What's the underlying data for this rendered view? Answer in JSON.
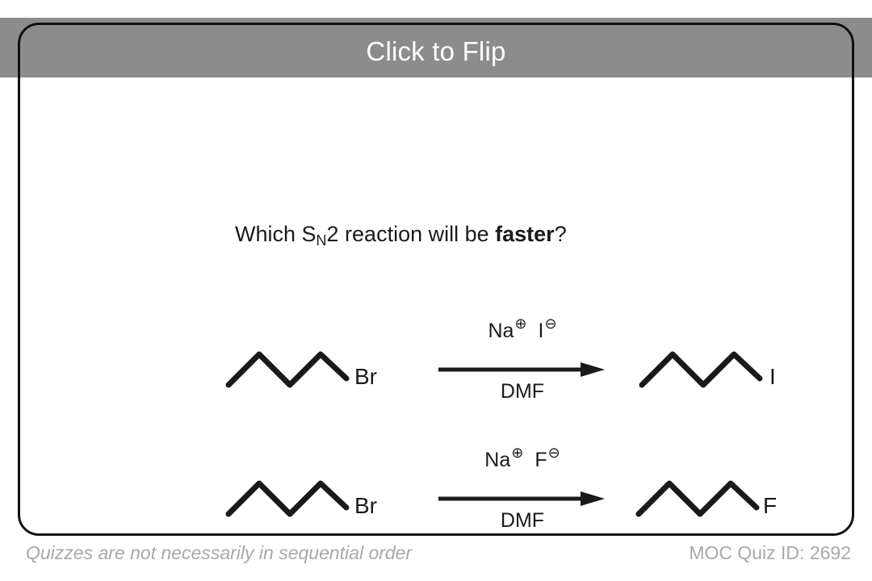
{
  "card": {
    "header_label": "Click to Flip",
    "header_bg": "#8c8c8c",
    "header_text_color": "#ffffff",
    "border_color": "#111111"
  },
  "question": {
    "prefix": "Which S",
    "subscript": "N",
    "middle": "2 reaction will be ",
    "emphasis": "faster",
    "suffix": "?"
  },
  "reactions": [
    {
      "id": "reaction-1",
      "reactant_label": "Br",
      "reagent_cation": "Na",
      "reagent_cation_charge": "⊕",
      "reagent_anion": "I",
      "reagent_anion_charge": "⊖",
      "solvent": "DMF",
      "product_label": "I"
    },
    {
      "id": "reaction-2",
      "reactant_label": "Br",
      "reagent_cation": "Na",
      "reagent_cation_charge": "⊕",
      "reagent_anion": "F",
      "reagent_anion_charge": "⊖",
      "solvent": "DMF",
      "product_label": "F"
    }
  ],
  "footer": {
    "note": "Quizzes are not necessarily in sequential order",
    "quiz_id": "MOC Quiz ID: 2692",
    "text_color": "#a8a8a8"
  }
}
